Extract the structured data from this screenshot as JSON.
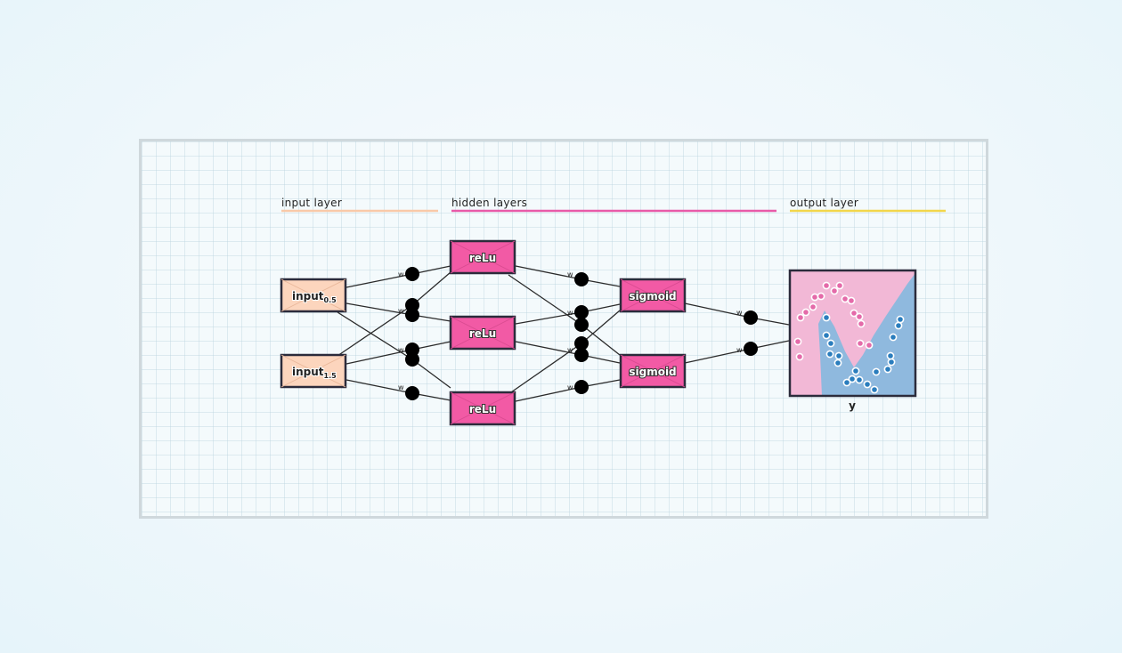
{
  "layers": {
    "input": {
      "label": "input layer",
      "color": "#f9c9a8"
    },
    "hidden": {
      "label": "hidden layers",
      "color": "#e85aa8"
    },
    "output": {
      "label": "output layer",
      "color": "#f2d64b"
    }
  },
  "inputs": [
    {
      "name": "input",
      "sub": "0.5"
    },
    {
      "name": "input",
      "sub": "1.5"
    }
  ],
  "relu_nodes": [
    "reLu",
    "reLu",
    "reLu"
  ],
  "sigmoid_nodes": [
    "sigmoid",
    "sigmoid"
  ],
  "weight_label": "w",
  "output": {
    "label": "y"
  },
  "colors": {
    "input_fill": "#fcd5bd",
    "hidden_fill": "#f25aa5",
    "pink_region": "#f2b8d6",
    "blue_region": "#8fb9de",
    "pink_point": "#e46aa9",
    "blue_point": "#2a7dbd"
  }
}
